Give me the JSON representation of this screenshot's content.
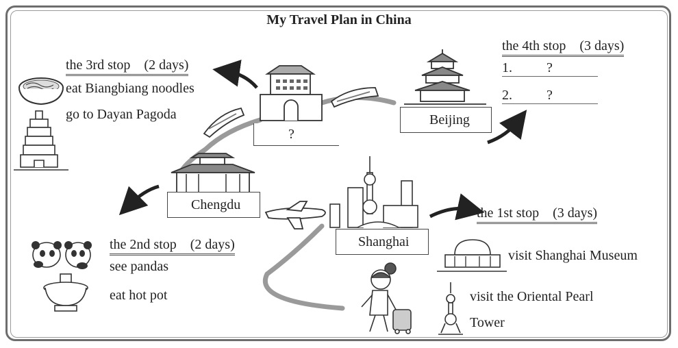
{
  "title": "My Travel Plan in China",
  "stop3": {
    "header": "the 3rd stop　(2 days)",
    "items": [
      "eat Biangbiang noodles",
      "go to Dayan Pagoda"
    ]
  },
  "unknown_city": {
    "label": "?"
  },
  "stop4": {
    "header": "the 4th stop　(3 days)",
    "items": [
      {
        "num": "1.",
        "mark": "?"
      },
      {
        "num": "2.",
        "mark": "?"
      }
    ]
  },
  "cities": {
    "beijing": "Beijing",
    "chengdu": "Chengdu",
    "shanghai": "Shanghai"
  },
  "stop1": {
    "header": "the 1st stop　(3 days)",
    "items": [
      "visit Shanghai Museum",
      "visit the Oriental Pearl",
      "Tower"
    ]
  },
  "stop2": {
    "header": "the 2nd stop　(2 days)",
    "items": [
      "see pandas",
      "eat hot pot"
    ]
  }
}
